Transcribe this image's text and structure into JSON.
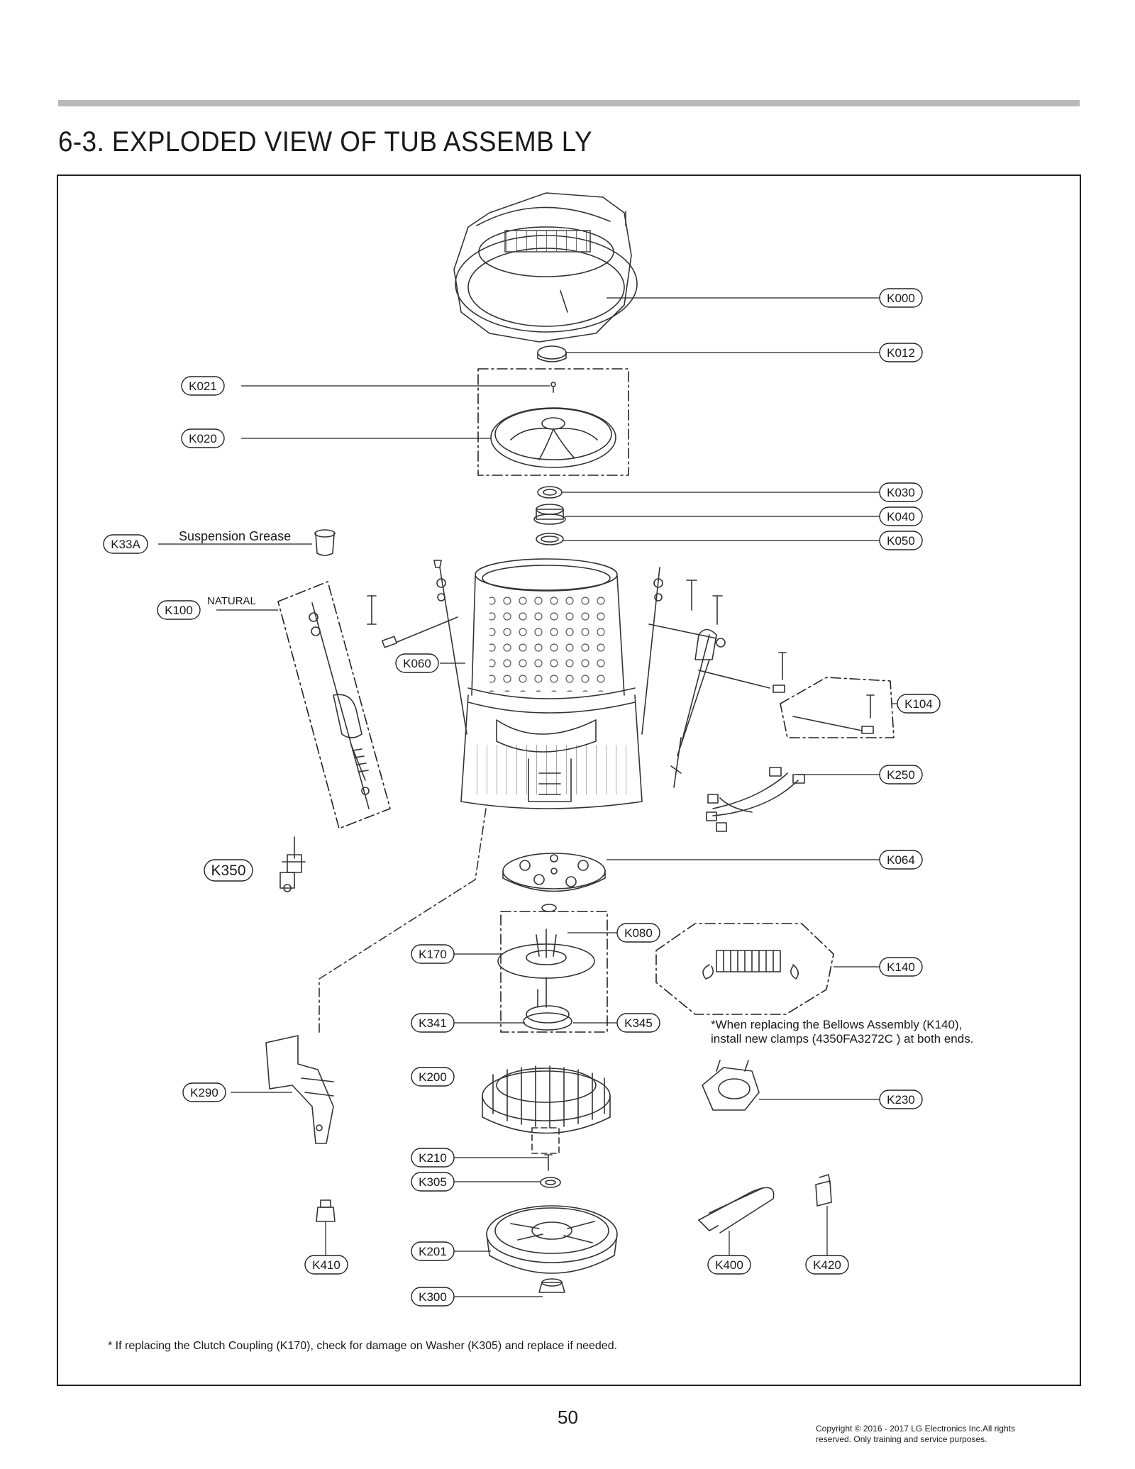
{
  "page": {
    "title": "6-3. EXPLODED VIEW OF TUB ASSEMB LY",
    "page_number": "50",
    "copyright_line1": "Copyright © 2016 - 2017 LG Electronics Inc.All rights",
    "copyright_line2": "reserved. Only training and service purposes."
  },
  "labels": {
    "suspension_grease": "Suspension Grease",
    "natural": "NATURAL"
  },
  "notes": {
    "bellows_line1": "*When replacing the Bellows Assembly (K140),",
    "bellows_line2": "install new clamps    (4350FA3272C    ) at both ends.",
    "clutch": "* If replacing the Clutch Coupling (K170), check for damage on Washer (K305)  and replace if needed."
  },
  "callouts": {
    "K000": "K000",
    "K012": "K012",
    "K021": "K021",
    "K020": "K020",
    "K030": "K030",
    "K040": "K040",
    "K050": "K050",
    "K33A": "K33A",
    "K100": "K100",
    "K060": "K060",
    "K104": "K104",
    "K250": "K250",
    "K350": "K350",
    "K064": "K064",
    "K080": "K080",
    "K170": "K170",
    "K140": "K140",
    "K341": "K341",
    "K345": "K345",
    "K200": "K200",
    "K290": "K290",
    "K230": "K230",
    "K210": "K210",
    "K305": "K305",
    "K410": "K410",
    "K201": "K201",
    "K400": "K400",
    "K420": "K420",
    "K300": "K300"
  }
}
